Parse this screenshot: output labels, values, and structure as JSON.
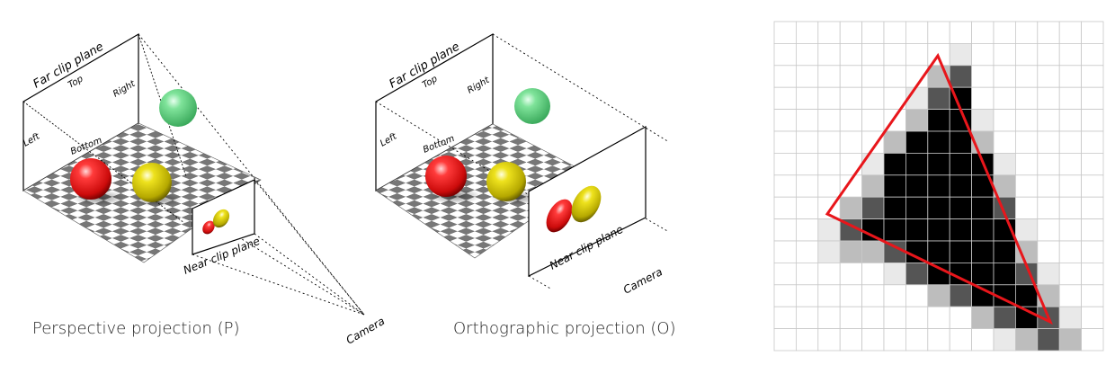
{
  "perspective": {
    "far_plane": "Far clip plane",
    "top": "Top",
    "right": "Right",
    "left": "Left",
    "bottom": "Bottom",
    "near_plane": "Near clip plane",
    "camera": "Camera",
    "caption": "Perspective projection (P)"
  },
  "orthographic": {
    "far_plane": "Far clip plane",
    "top": "Top",
    "right": "Right",
    "left": "Left",
    "bottom": "Bottom",
    "near_plane": "Near clip plane",
    "camera": "Camera",
    "caption": "Orthographic projection (O)"
  },
  "colors": {
    "red_sphere": "#e41a1c",
    "yellow_sphere": "#d9cc0a",
    "green_sphere": "#5ccf7a",
    "triangle_outline": "#e8161b",
    "checker_dark": "#777777",
    "grid_line": "#c8c8c8"
  },
  "raster": {
    "cols": 15,
    "rows": 15,
    "cells": [
      [
        0,
        0,
        0,
        0,
        0,
        0,
        0,
        0,
        0,
        0,
        0,
        0,
        0,
        0,
        0
      ],
      [
        0,
        0,
        0,
        0,
        0,
        0,
        0,
        0,
        1,
        0,
        0,
        0,
        0,
        0,
        0
      ],
      [
        0,
        0,
        0,
        0,
        0,
        0,
        0,
        2,
        3,
        0,
        0,
        0,
        0,
        0,
        0
      ],
      [
        0,
        0,
        0,
        0,
        0,
        0,
        1,
        3,
        4,
        0,
        0,
        0,
        0,
        0,
        0
      ],
      [
        0,
        0,
        0,
        0,
        0,
        0,
        2,
        4,
        4,
        1,
        0,
        0,
        0,
        0,
        0
      ],
      [
        0,
        0,
        0,
        0,
        0,
        2,
        4,
        4,
        4,
        2,
        0,
        0,
        0,
        0,
        0
      ],
      [
        0,
        0,
        0,
        0,
        1,
        4,
        4,
        4,
        4,
        4,
        1,
        0,
        0,
        0,
        0
      ],
      [
        0,
        0,
        0,
        0,
        2,
        4,
        4,
        4,
        4,
        4,
        2,
        0,
        0,
        0,
        0
      ],
      [
        0,
        0,
        0,
        2,
        3,
        4,
        4,
        4,
        4,
        4,
        3,
        0,
        0,
        0,
        0
      ],
      [
        0,
        0,
        1,
        3,
        4,
        4,
        4,
        4,
        4,
        4,
        4,
        1,
        0,
        0,
        0
      ],
      [
        0,
        0,
        1,
        2,
        2,
        3,
        4,
        4,
        4,
        4,
        4,
        2,
        0,
        0,
        0
      ],
      [
        0,
        0,
        0,
        0,
        0,
        1,
        3,
        4,
        4,
        4,
        4,
        3,
        1,
        0,
        0
      ],
      [
        0,
        0,
        0,
        0,
        0,
        0,
        0,
        2,
        3,
        4,
        4,
        4,
        2,
        0,
        0
      ],
      [
        0,
        0,
        0,
        0,
        0,
        0,
        0,
        0,
        0,
        2,
        3,
        4,
        3,
        1,
        0
      ],
      [
        0,
        0,
        0,
        0,
        0,
        0,
        0,
        0,
        0,
        0,
        1,
        2,
        3,
        2,
        0
      ]
    ]
  }
}
